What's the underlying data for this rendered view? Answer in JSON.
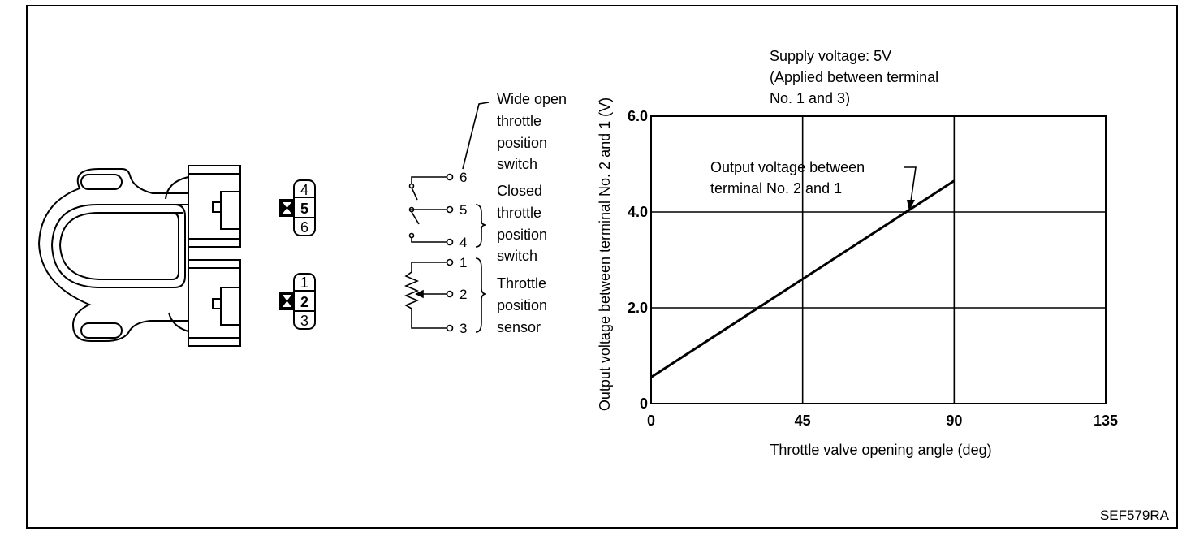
{
  "figure_id": "SEF579RA",
  "connector": {
    "upper_terminals": [
      "4",
      "5",
      "6"
    ],
    "lower_terminals": [
      "1",
      "2",
      "3"
    ]
  },
  "schematic": {
    "terminal_labels": [
      "6",
      "5",
      "4",
      "1",
      "2",
      "3"
    ],
    "wide_open_switch_label": [
      "Wide open",
      "throttle",
      "position",
      "switch"
    ],
    "closed_switch_label": [
      "Closed",
      "throttle",
      "position",
      "switch"
    ],
    "sensor_label": [
      "Throttle",
      "position",
      "sensor"
    ]
  },
  "chart_data": {
    "type": "line",
    "supply_note": [
      "Supply voltage: 5V",
      "(Applied between terminal",
      "No. 1 and 3)"
    ],
    "annotation": [
      "Output voltage between",
      "terminal No. 2 and 1"
    ],
    "xlabel": "Throttle valve opening angle (deg)",
    "ylabel": "Output voltage between terminal No. 2 and 1 (V)",
    "xlim": [
      0,
      135
    ],
    "ylim": [
      0,
      6.0
    ],
    "x_ticks": [
      "0",
      "45",
      "90",
      "135"
    ],
    "y_ticks": [
      "0",
      "2.0",
      "4.0",
      "6.0"
    ],
    "grid": true,
    "series": [
      {
        "x": [
          0,
          90
        ],
        "y": [
          0.55,
          4.65
        ]
      }
    ]
  }
}
